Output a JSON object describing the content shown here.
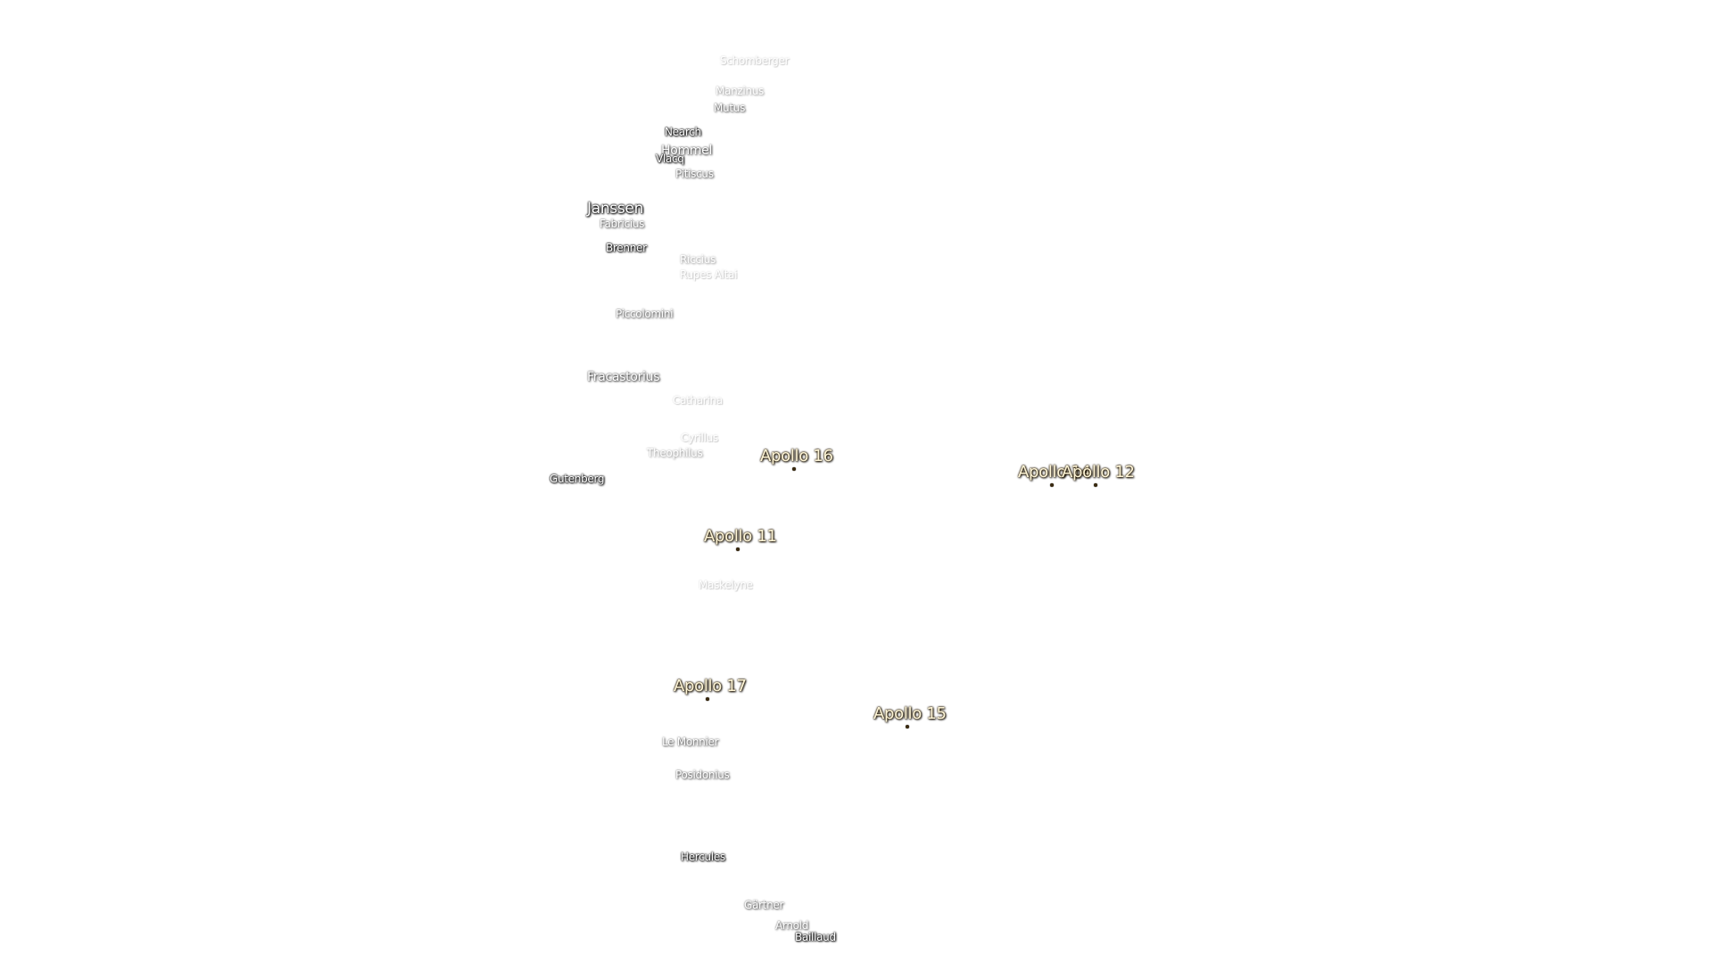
{
  "map": {
    "crater_labels": [
      {
        "id": "schomberger",
        "text": "Schomberger"
      },
      {
        "id": "manzinus",
        "text": "Manzinus"
      },
      {
        "id": "mutus",
        "text": "Mutus"
      },
      {
        "id": "nearch",
        "text": "Nearch"
      },
      {
        "id": "hommel",
        "text": "Hommel"
      },
      {
        "id": "vlacq",
        "text": "Vlacq"
      },
      {
        "id": "pitiscus",
        "text": "Pitiscus"
      },
      {
        "id": "janssen",
        "text": "Janssen"
      },
      {
        "id": "fabricius",
        "text": "Fabricius"
      },
      {
        "id": "brenner",
        "text": "Brenner"
      },
      {
        "id": "riccius",
        "text": "Riccius"
      },
      {
        "id": "rupes-altai",
        "text": "Rupes Altai"
      },
      {
        "id": "piccolomini",
        "text": "Piccolomini"
      },
      {
        "id": "fracastorius",
        "text": "Fracastorius"
      },
      {
        "id": "catharina",
        "text": "Catharina"
      },
      {
        "id": "cyrillus",
        "text": "Cyrillus"
      },
      {
        "id": "theophilus",
        "text": "Theophilus"
      },
      {
        "id": "gutenberg",
        "text": "Gutenberg"
      },
      {
        "id": "maskelyne",
        "text": "Maskelyne"
      },
      {
        "id": "le-monnier",
        "text": "Le Monnier"
      },
      {
        "id": "posidonius",
        "text": "Posidonius"
      },
      {
        "id": "hercules",
        "text": "Hercules"
      },
      {
        "id": "gartner",
        "text": "Gärtner"
      },
      {
        "id": "arnold",
        "text": "Arnold"
      },
      {
        "id": "baillaud",
        "text": "Baillaud"
      }
    ],
    "apollo_sites": [
      {
        "id": "apollo-16",
        "text": "Apollo 16"
      },
      {
        "id": "apollo-14",
        "text": "Apollo 14"
      },
      {
        "id": "apollo-12",
        "text": "Apollo 12"
      },
      {
        "id": "apollo-11",
        "text": "Apollo 11"
      },
      {
        "id": "apollo-17",
        "text": "Apollo 17"
      },
      {
        "id": "apollo-15",
        "text": "Apollo 15"
      }
    ]
  }
}
